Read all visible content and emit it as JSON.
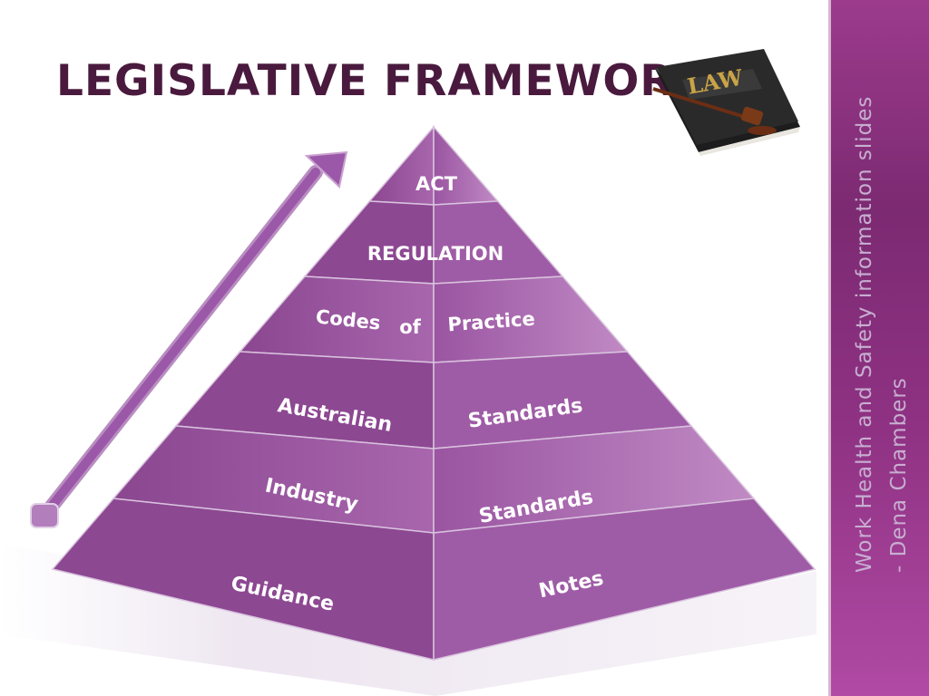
{
  "slide": {
    "title": "LEGISLATIVE FRAMEWORK"
  },
  "sidebar": {
    "line1": "Work Health and Safety information slides",
    "line2": "- Dena Chambers"
  },
  "book": {
    "label": "LAW"
  },
  "pyramid": {
    "tiers": [
      {
        "words": [
          "ACT"
        ]
      },
      {
        "words": [
          "REGULATION"
        ]
      },
      {
        "words": [
          "Codes",
          "of",
          "Practice"
        ]
      },
      {
        "words": [
          "Australian",
          "Standards"
        ]
      },
      {
        "words": [
          "Industry",
          "Standards"
        ]
      },
      {
        "words": [
          "Guidance",
          "Notes"
        ]
      }
    ]
  },
  "colors": {
    "title": "#4a1a3e",
    "tier_light": "#a868ad",
    "tier_dark": "#874289",
    "arrow": "#a160ad",
    "sidebar": "#8e3182"
  },
  "icons": [
    "arrow-up-icon",
    "law-book-icon",
    "gavel-icon"
  ]
}
